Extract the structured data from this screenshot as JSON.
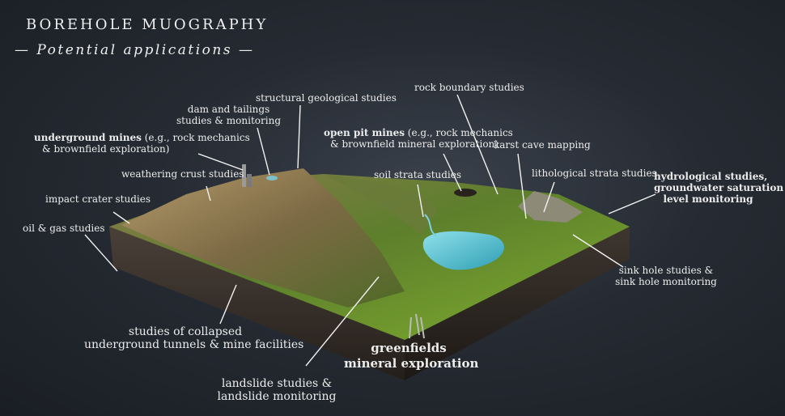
{
  "header": {
    "title": "BOREHOLE MUOGRAPHY",
    "subtitle": "— Potential applications —"
  },
  "labels": {
    "structural": "structural geological studies",
    "dam_line1": "dam and tailings",
    "dam_line2": "studies & monitoring",
    "underground_bold": "underground mines",
    "underground_rest": " (e.g., rock mechanics",
    "underground_line2": "& brownfield exploration)",
    "weathering": "weathering crust studies",
    "impact": "impact crater studies",
    "oil": "oil & gas studies",
    "rock_boundary": "rock boundary studies",
    "openpit_bold": "open pit mines",
    "openpit_rest": " (e.g., rock mechanics",
    "openpit_line2": "& brownfield mineral exploration)",
    "karst": "karst cave mapping",
    "soil": "soil strata studies",
    "litho": "lithological strata studies",
    "hydro_line1": "hydrological studies,",
    "hydro_line2": "groundwater saturation",
    "hydro_line3": "level monitoring",
    "sinkhole_line1": "sink hole studies &",
    "sinkhole_line2": "sink hole monitoring",
    "collapsed_line1": "studies of collapsed",
    "collapsed_line2": "underground tunnels & mine facilities",
    "greenfields_line1": "greenfields",
    "greenfields_line2": "mineral exploration",
    "landslide_line1": "landslide studies &",
    "landslide_line2": "landslide monitoring"
  }
}
